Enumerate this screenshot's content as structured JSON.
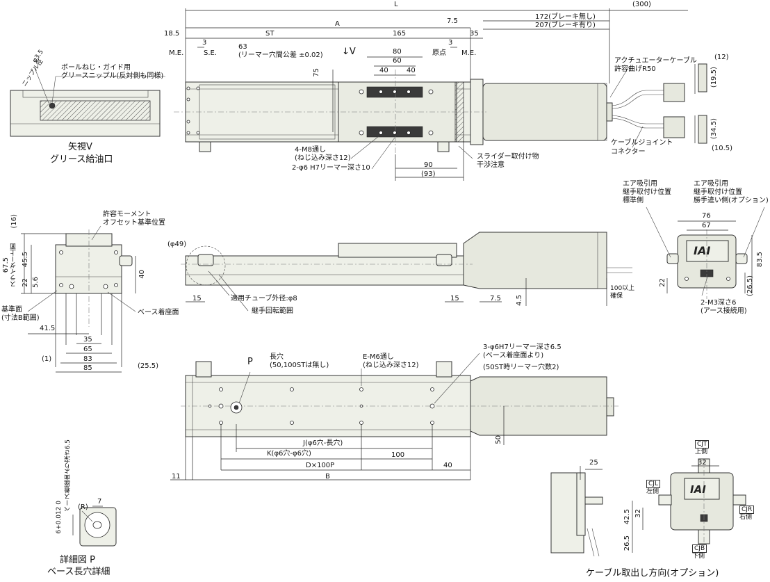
{
  "top_view": {
    "dims": {
      "L": "L",
      "A": "A",
      "ST": "ST",
      "d165": "165",
      "d185": "18.5",
      "d35": "35",
      "d75a": "7.5",
      "d3a": "3",
      "d3b": "3",
      "me_left": "M.E.",
      "se": "S.E.",
      "origin": "原点",
      "me_right": "M.E.",
      "d63": "63",
      "reamer_tol": "(リーマー穴間公差 ±0.02)",
      "arrow_v": "↓V",
      "d80": "80",
      "d60": "60",
      "d40a": "40",
      "d40b": "40",
      "d75": "75",
      "brake_none": "172(ブレーキ無し)",
      "brake_yes": "207(ブレーキ有り)",
      "d300": "(300)",
      "d90": "90",
      "d93": "(93)"
    },
    "notes": {
      "m8": "4-M8通し",
      "m8_depth": "(ねじ込み深さ12)",
      "reamer": "2-φ6 H7リーマー深さ10",
      "slider1": "スライダー取付け物",
      "slider2": "干渉注意",
      "cable1": "アクチュエーターケーブル",
      "cable2": "許容曲げR50",
      "joint1": "ケーブルジョイント",
      "joint2": "コネクター"
    },
    "connector_dims": {
      "d12": "(12)",
      "d195": "(19.5)",
      "d345": "(34.5)",
      "d105": "(10.5)"
    }
  },
  "view_v": {
    "phi35": "φ3.5",
    "nipple": "ニップル径",
    "grease1": "ボールねじ・ガイド用",
    "grease2": "グリースニップル(反対側も同様)",
    "caption1": "矢視V",
    "caption2": "グリース給油口"
  },
  "end_view": {
    "d16": "(16)",
    "d675": "67.5",
    "slider_top": "スライダー上面",
    "d455": "45.5",
    "d22": "22",
    "d56": "5.6",
    "d40": "40",
    "moment1": "許容モーメント",
    "moment2": "オフセット基準位置",
    "ref1": "基準面",
    "ref2": "(寸法B範囲)",
    "base_seat": "ベース着座面",
    "d415": "41.5",
    "d35": "35",
    "d65": "65",
    "d83": "83",
    "d85": "85",
    "d1": "(1)",
    "d255": "(25.5)"
  },
  "side_view": {
    "phi49": "(φ49)",
    "d15a": "15",
    "d15b": "15",
    "d75": "7.5",
    "d45": "4.5",
    "tube": "適用チューブ外径:φ8",
    "joint_range": "継手回転範囲",
    "d100": "100以上",
    "secure": "確保"
  },
  "motor_end_view": {
    "std1": "エア吸引用",
    "std2": "継手取付け位置",
    "std3": "標準側",
    "opt1": "エア吸引用",
    "opt2": "継手取付け位置",
    "opt3": "勝手違い側(オプション)",
    "d76": "76",
    "d67": "67",
    "d835": "83.5",
    "d265": "(26.5)",
    "d22": "22",
    "m3": "2-M3深さ6",
    "earth": "(アース接続用)",
    "logo": "IAI"
  },
  "bottom_view": {
    "p": "P",
    "slot1": "長穴",
    "slot2": "(50,100STは無し)",
    "m6": "E-M6通し",
    "m6_depth": "(ねじ込み深さ12)",
    "ream1": "3-φ6H7リーマー深さ6.5",
    "ream2": "(ベース着座面より)",
    "ream3": "(50ST時リーマー穴数2)",
    "J": "J(φ6穴-長穴)",
    "K": "K(φ6穴-φ6穴)",
    "d100": "100",
    "DP": "D×100P",
    "d40": "40",
    "B": "B",
    "d11": "11",
    "d50": "50"
  },
  "detail_p": {
    "tol": "6+0.012 0",
    "depth": "ベース着座面より深さ6.5",
    "r": "(R)",
    "d7": "7",
    "caption1": "詳細図 P",
    "caption2": "ベース長穴詳細"
  },
  "cable_option": {
    "d25": "25",
    "d32": "32",
    "d425": "42.5",
    "d32b": "32",
    "d265": "26.5",
    "cjt": "CJT",
    "cjt_sub": "上側",
    "cjl": "CJL",
    "cjl_sub": "左側",
    "cjr": "CJR",
    "cjr_sub": "右側",
    "cjb": "CJB",
    "cjb_sub": "下側",
    "logo": "IAI",
    "caption": "ケーブル取出し方向(オプション)"
  }
}
